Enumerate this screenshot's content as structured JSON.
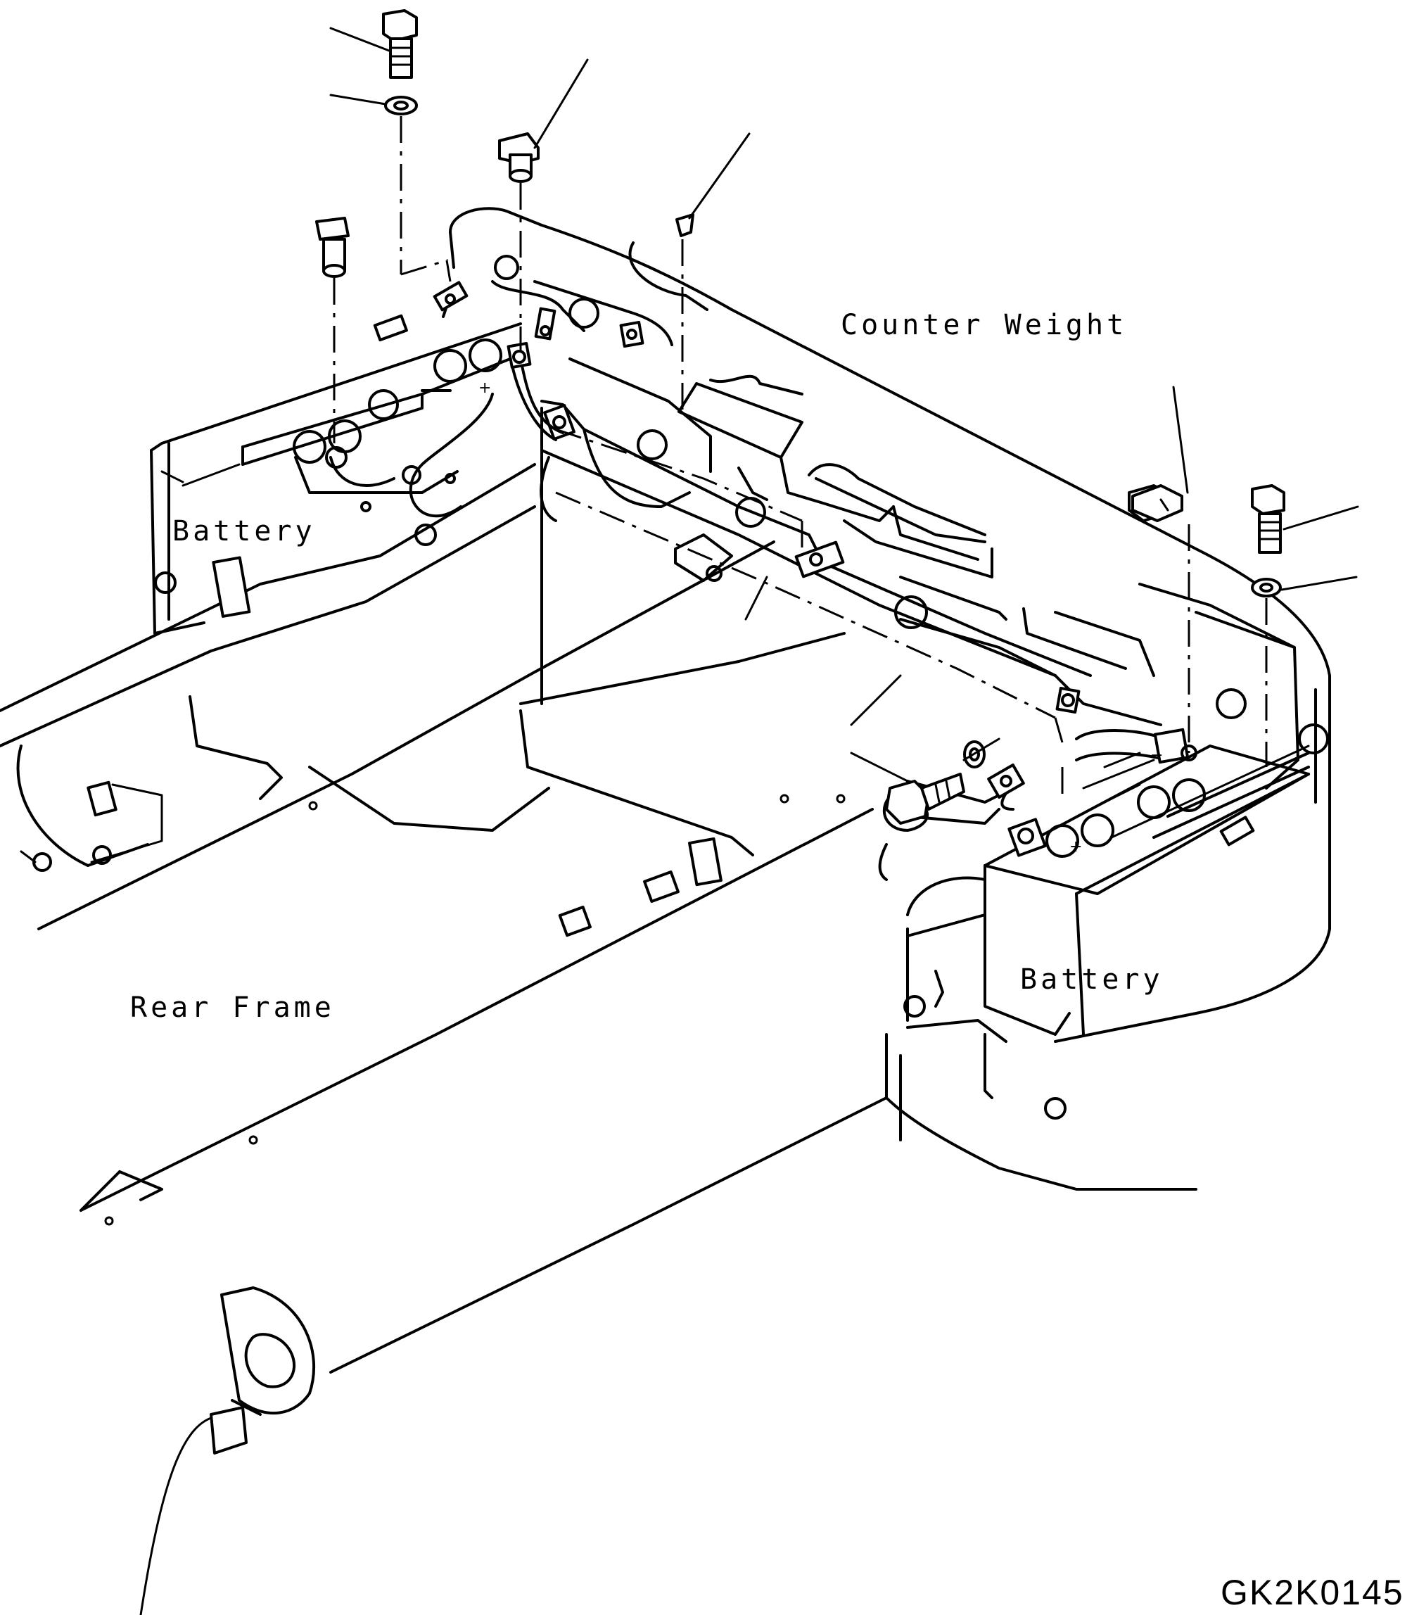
{
  "labels": {
    "counter_weight": "Counter Weight",
    "battery_left": "Battery",
    "battery_right": "Battery",
    "rear_frame": "Rear Frame"
  },
  "drawing_code": "GK2K0145",
  "colors": {
    "line": "#000000",
    "background": "#ffffff"
  }
}
